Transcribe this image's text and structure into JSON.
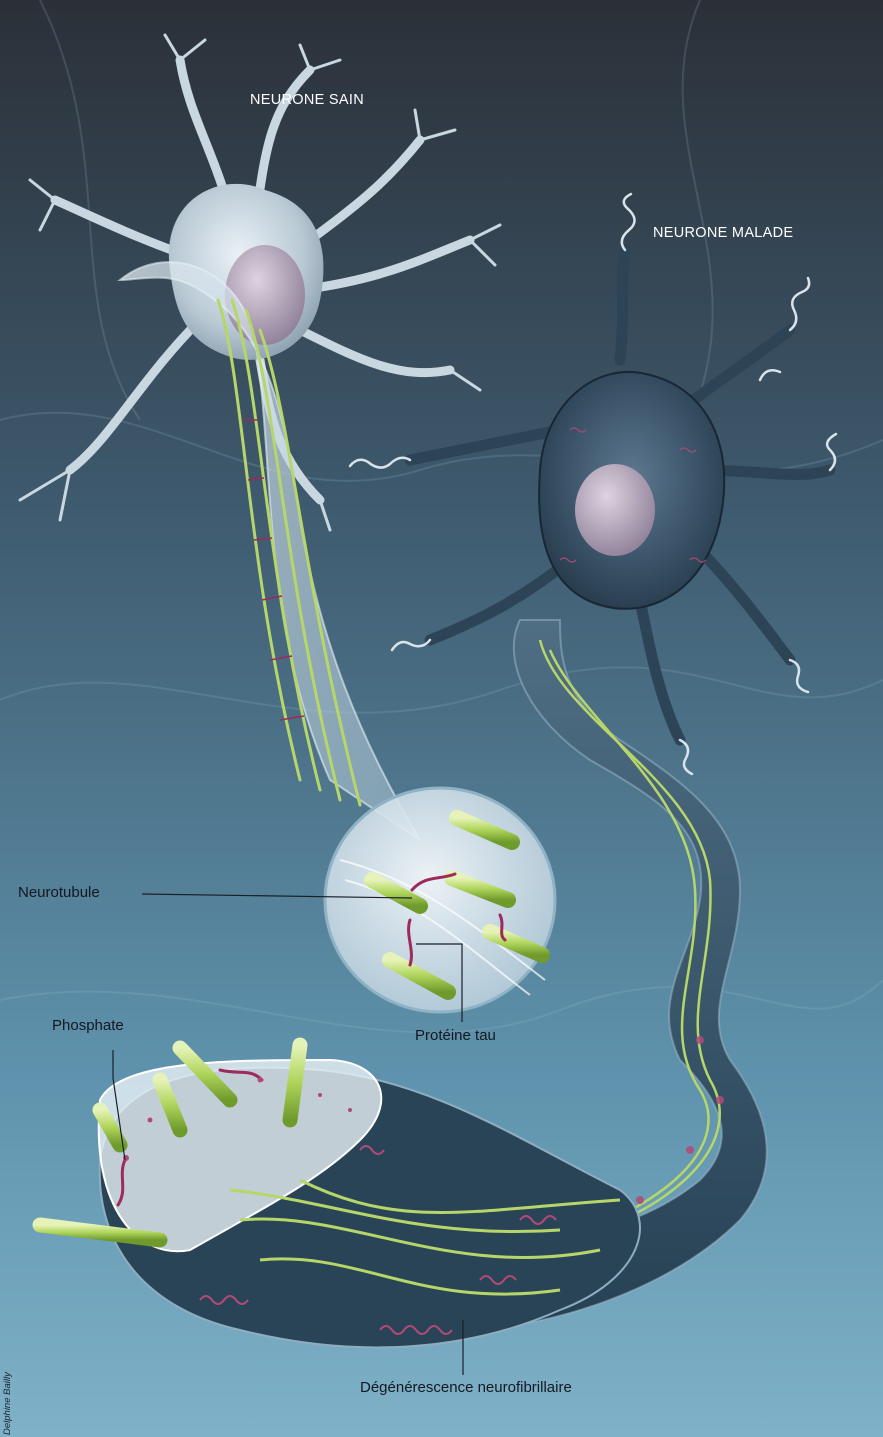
{
  "labels": {
    "healthy_neuron": "NEURONE SAIN",
    "diseased_neuron": "NEURONE MALADE",
    "neurotubule": "Neurotubule",
    "tau_protein": "Protéine tau",
    "phosphate": "Phosphate",
    "degeneration": "Dégénérescence neurofibrillaire"
  },
  "credit": "Delphine Bailly",
  "colors": {
    "background_top": "#2c3440",
    "background_bottom": "#6da0b8",
    "membrane": "#c8dbe6",
    "microtubule": "#b7d66a",
    "tau": "#9c2a5a",
    "tangle": "#b24a78",
    "nucleus": "#b7a9c0"
  }
}
